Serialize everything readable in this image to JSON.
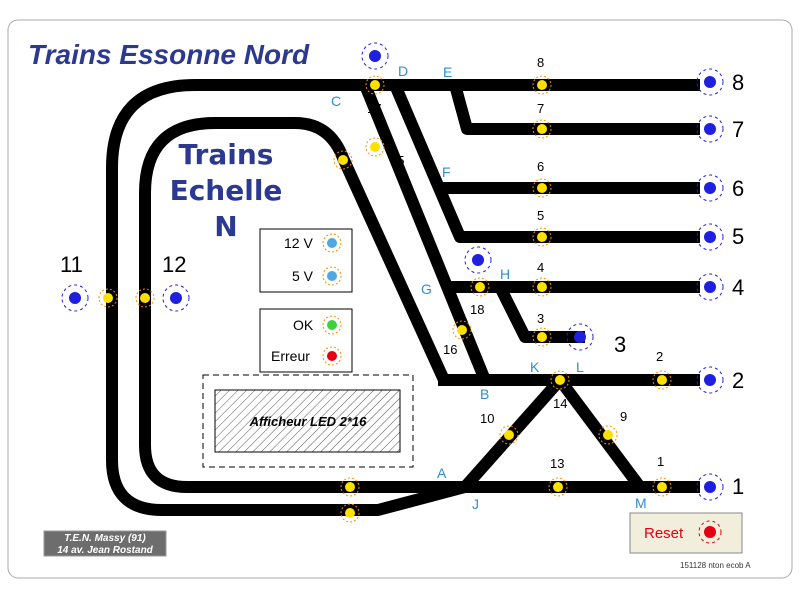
{
  "title": "Trains Essonne Nord",
  "echelle": [
    "Trains",
    "Echelle",
    "N"
  ],
  "switch_letters": [
    "A",
    "B",
    "C",
    "D",
    "E",
    "F",
    "G",
    "H",
    "J",
    "K",
    "L",
    "M"
  ],
  "sensor_numbers": [
    "1",
    "2",
    "3",
    "4",
    "5",
    "6",
    "7",
    "8",
    "9",
    "10",
    "13",
    "14",
    "15",
    "16",
    "17",
    "18"
  ],
  "track_numbers": [
    "1",
    "2",
    "3",
    "4",
    "5",
    "6",
    "7",
    "8",
    "11",
    "12"
  ],
  "power": {
    "v12": "12 V",
    "v5": "5 V"
  },
  "status": {
    "ok": "OK",
    "error": "Erreur"
  },
  "display_label": "Afficheur LED 2*16",
  "reset_label": "Reset",
  "plate": {
    "line1": "T.E.N. Massy (91)",
    "line2": "14 av. Jean Rostand"
  },
  "footer_note": "151128 nton ecob A",
  "colors": {
    "track": "#000000",
    "title": "#2b3990",
    "switch_letter": "#2f8fd0",
    "blue_led": "#1f1fe0",
    "yellow_led": "#ffe000",
    "power_led": "#4fa8e0",
    "ok_led": "#3fd23f",
    "error_led": "#e4000f"
  }
}
